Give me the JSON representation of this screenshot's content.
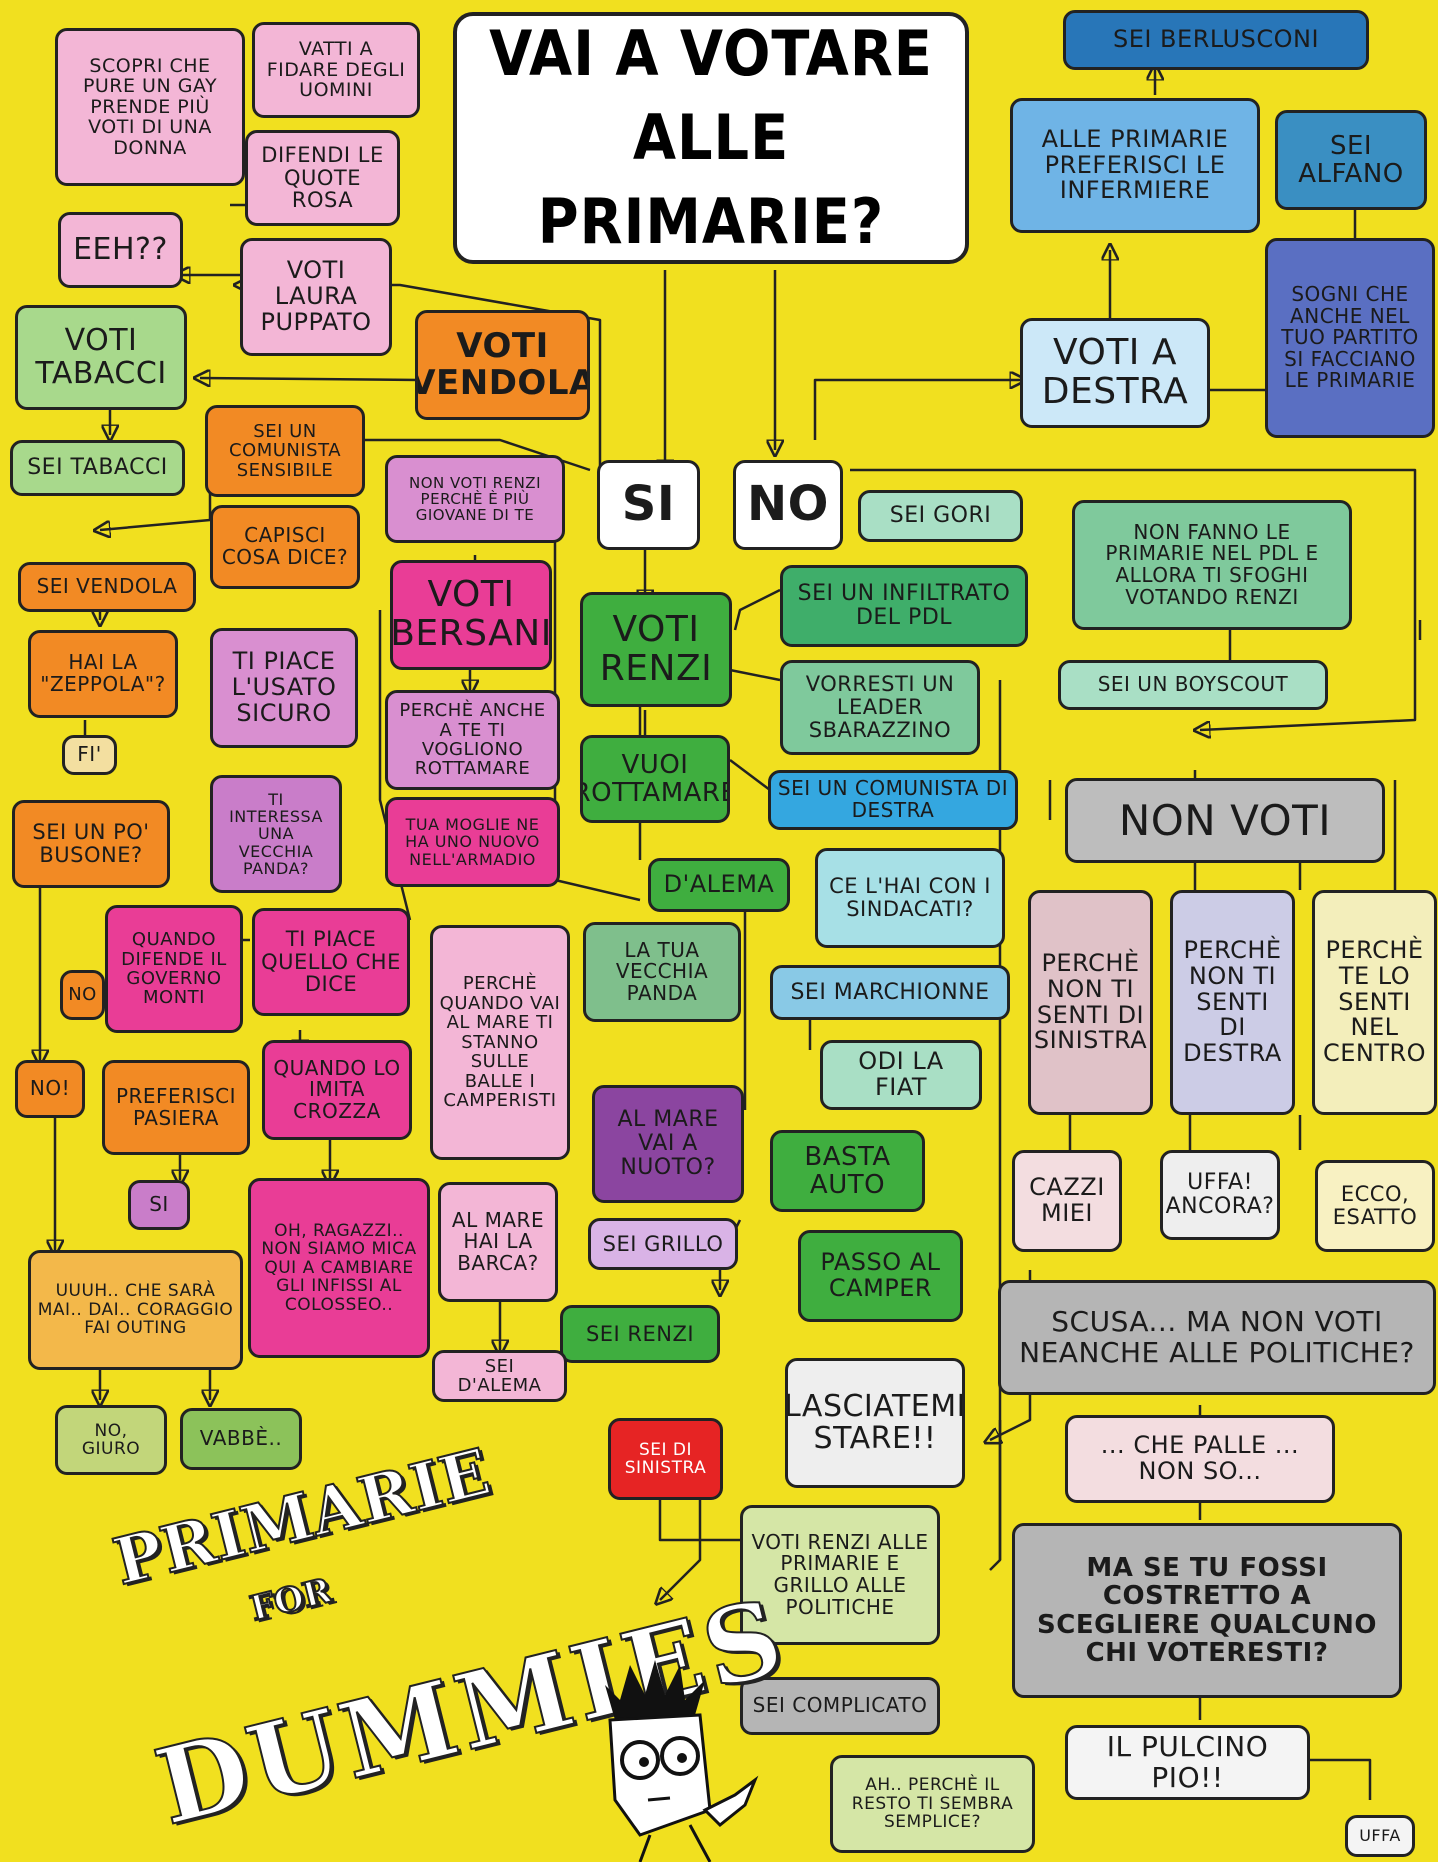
{
  "title": "VAI A VOTARE ALLE PRIMARIE?",
  "footer_title": {
    "line1": "PRIMARIE",
    "line2": "FOR",
    "line3": "DUMMIES"
  },
  "palette": {
    "background": "#f1e01f",
    "outline": "#222222"
  },
  "nodes": {
    "scopri": "SCOPRI CHE PURE UN GAY PRENDE PIÙ VOTI DI UNA DONNA",
    "vatti": "VATTI A FIDARE DEGLI UOMINI",
    "difendi": "DIFENDI LE QUOTE ROSA",
    "eeh": "EEH??",
    "puppato": "VOTI LAURA PUPPATO",
    "tabacci": "VOTI TABACCI",
    "vendola": "VOTI VENDOLA",
    "sei_tabacci": "SEI TABACCI",
    "comunista_sens": "SEI UN COMUNISTA SENSIBILE",
    "non_renzi": "NON VOTI RENZI PERCHÈ È PIÙ GIOVANE DI TE",
    "si": "SI",
    "no": "NO",
    "capisci": "CAPISCI COSA DICE?",
    "sei_vendola": "SEI VENDOLA",
    "bersani": "VOTI BERSANI",
    "voti_renzi": "VOTI RENZI",
    "zeppola": "HAI LA \"ZEPPOLA\"?",
    "fi": "FI'",
    "usato": "TI PIACE L'USATO SICURO",
    "rottamare_anche": "PERCHÈ ANCHE A TE TI VOGLIONO ROTTAMARE",
    "vuoi_rottamare": "VUOI ROTTAMARE",
    "busone": "SEI UN PO' BUSONE?",
    "interessa": "TI INTERESSA UNA VECCHIA PANDA?",
    "moglie": "TUA MOGLIE NE HA UNO NUOVO NELL'ARMADIO",
    "dalema": "D'ALEMA",
    "no_small": "NO",
    "monti": "QUANDO DIFENDE IL GOVERNO MONTI",
    "piace_dice": "TI PIACE QUELLO CHE DICE",
    "mare_camper": "PERCHÈ QUANDO VAI AL MARE TI STANNO SULLE BALLE I CAMPERISTI",
    "panda": "LA TUA VECCHIA PANDA",
    "no_excl": "NO!",
    "pasiera": "PREFERISCI PASIERA",
    "crozza": "QUANDO LO IMITA CROZZA",
    "al_mare_nuoto": "AL MARE VAI A NUOTO?",
    "si_small": "SI",
    "ragazzi": "OH, RAGAZZI.. NON SIAMO MICA QUI A CAMBIARE GLI INFISSI AL COLOSSEO..",
    "barca": "AL MARE HAI LA BARCA?",
    "sei_grillo": "SEI GRILLO",
    "outing": "UUUH.. CHE SARÀ MAI.. DAI.. CORAGGIO FAI OUTING",
    "sei_renzi": "SEI RENZI",
    "sei_dalema": "SEI D'ALEMA",
    "giuro": "NO, GIURO",
    "vabbe": "VABBÈ..",
    "sei_sinistra": "SEI DI SINISTRA",
    "sei_gori": "SEI GORI",
    "infiltrato": "SEI UN INFILTRATO DEL PDL",
    "sbarazzino": "VORRESTI UN LEADER SBARAZZINO",
    "comunista_destra": "SEI UN COMUNISTA DI DESTRA",
    "sindacati": "CE L'HAI CON I SINDACATI?",
    "marchionne": "SEI MARCHIONNE",
    "odi_fiat": "ODI LA FIAT",
    "basta_auto": "BASTA AUTO",
    "passo_camper": "PASSO AL CAMPER",
    "lasciatemi": "LASCIATEMI STARE!!",
    "renzi_grillo": "VOTI RENZI ALLE PRIMARIE E GRILLO ALLE POLITICHE",
    "complicato": "SEI COMPLICATO",
    "semplice": "AH.. PERCHÈ IL RESTO TI SEMBRA SEMPLICE?",
    "berlusconi": "SEI BERLUSCONI",
    "infermiere": "ALLE PRIMARIE PREFERISCI LE INFERMIERE",
    "alfano": "SEI ALFANO",
    "sogni": "SOGNI CHE ANCHE NEL TUO PARTITO SI FACCIANO LE PRIMARIE",
    "voti_destra": "VOTI A DESTRA",
    "pdl": "NON FANNO LE PRIMARIE NEL PDL E ALLORA TI SFOGHI VOTANDO RENZI",
    "boyscout": "SEI UN BOYSCOUT",
    "non_voti": "NON VOTI",
    "perche_sinistra": "PERCHÈ NON TI SENTI DI SINISTRA",
    "perche_destra": "PERCHÈ NON TI SENTI DI DESTRA",
    "perche_centro": "PERCHÈ TE LO SENTI NEL CENTRO",
    "cazzi": "CAZZI MIEI",
    "uffa_ancora": "UFFA! ANCORA?",
    "ecco": "ECCO, ESATTO",
    "scusa": "SCUSA... MA NON VOTI NEANCHE ALLE POLITICHE?",
    "palle": "... CHE PALLE ... NON SO...",
    "costretto": "MA SE TU FOSSI COSTRETTO A SCEGLIERE QUALCUNO CHI VOTERESTI?",
    "pulcino": "IL PULCINO PIO!!",
    "uffa": "UFFA"
  }
}
